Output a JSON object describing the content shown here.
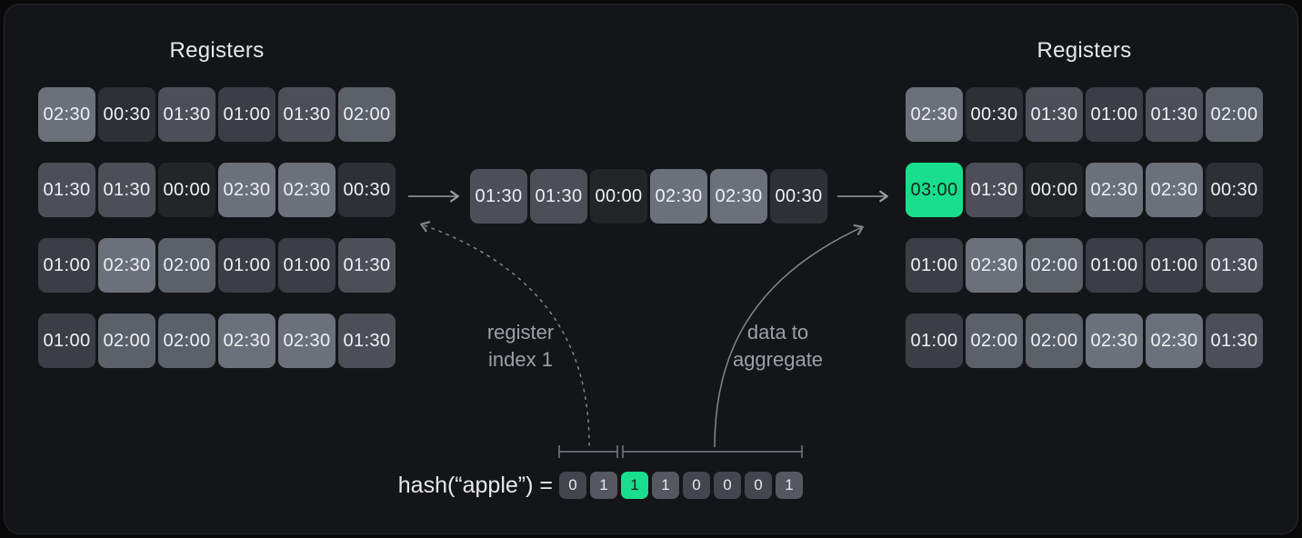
{
  "palette": {
    "page_bg": "#090909",
    "card_bg": "#141519",
    "card_border": "#26282d",
    "title_text": "#e8e9eb",
    "cell_text": "#eef0f2",
    "note_text": "#9da0a5",
    "arrow_color": "#9a9da1",
    "curve_color": "#83868b",
    "bracket_color": "#7a7d82",
    "highlight_green": "#19de8d",
    "highlight_text": "#14231c",
    "bit_zero_bg": "#43464c",
    "bit_one_bg": "#555860",
    "value_colors": {
      "00:00": "#232529",
      "00:30": "#2e3036",
      "01:00": "#3b3e45",
      "01:30": "#4c4f57",
      "02:00": "#5c6069",
      "02:30": "#6c707b",
      "03:00": "#19de8d"
    }
  },
  "left_panel": {
    "title": "Registers",
    "rows": [
      [
        "02:30",
        "00:30",
        "01:30",
        "01:00",
        "01:30",
        "02:00"
      ],
      [
        "01:30",
        "01:30",
        "00:00",
        "02:30",
        "02:30",
        "00:30"
      ],
      [
        "01:00",
        "02:30",
        "02:00",
        "01:00",
        "01:00",
        "01:30"
      ],
      [
        "01:00",
        "02:00",
        "02:00",
        "02:30",
        "02:30",
        "01:30"
      ]
    ]
  },
  "incoming_row": [
    "01:30",
    "01:30",
    "00:00",
    "02:30",
    "02:30",
    "00:30"
  ],
  "right_panel": {
    "title": "Registers",
    "highlighted_value": "03:00",
    "rows": [
      [
        "02:30",
        "00:30",
        "01:30",
        "01:00",
        "01:30",
        "02:00"
      ],
      [
        "03:00",
        "01:30",
        "00:00",
        "02:30",
        "02:30",
        "00:30"
      ],
      [
        "01:00",
        "02:30",
        "02:00",
        "01:00",
        "01:00",
        "01:30"
      ],
      [
        "01:00",
        "02:00",
        "02:00",
        "02:30",
        "02:30",
        "01:30"
      ]
    ]
  },
  "notes": {
    "register_index": {
      "line1": "register",
      "line2": "index 1"
    },
    "data_to_aggregate": {
      "line1": "data to",
      "line2": "aggregate"
    }
  },
  "hash": {
    "label": "hash(“apple”) =",
    "bits": [
      "0",
      "1",
      "1",
      "1",
      "0",
      "0",
      "0",
      "1"
    ],
    "highlight_index": 2,
    "index_bit_count": 2
  }
}
